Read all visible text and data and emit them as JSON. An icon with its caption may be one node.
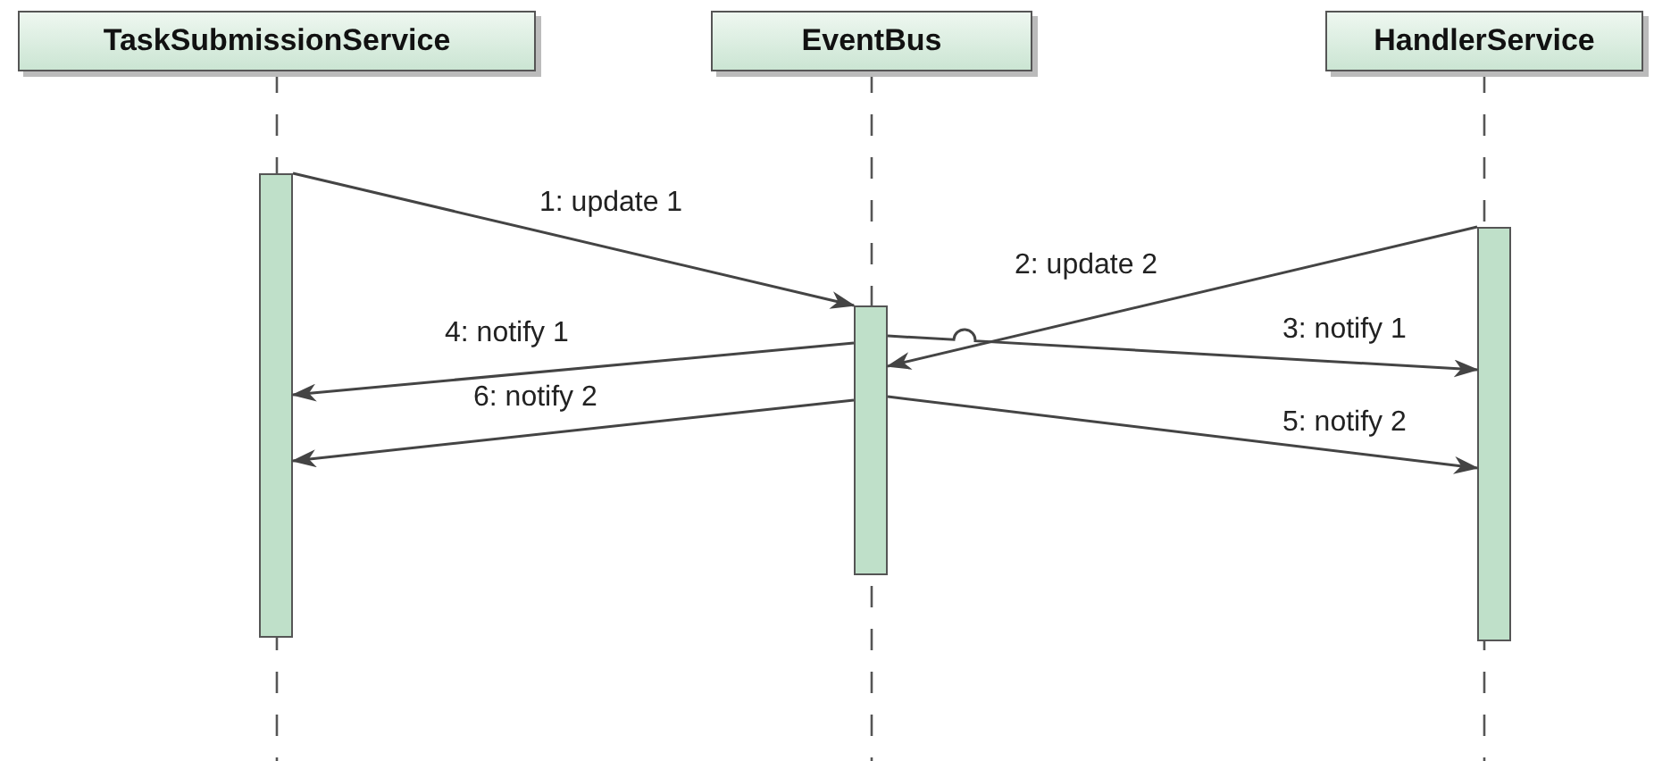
{
  "diagram": {
    "nodes": [
      {
        "text": [
          "TaskSubmissionService"
        ]
      },
      {
        "text": [
          "EventBus"
        ]
      },
      {
        "text": [
          "HandlerService"
        ]
      },
      {
        "text": [],
        "shape": "bar"
      },
      {
        "text": [],
        "shape": "bar"
      },
      {
        "text": [],
        "shape": "bar"
      }
    ],
    "edges": [
      {
        "from": 3,
        "to": 4,
        "arrow": "to",
        "label": "1: update 1"
      },
      {
        "from": 5,
        "to": 4,
        "arrow": "to",
        "label": "2: update 2"
      },
      {
        "from": 4,
        "to": 5,
        "arrow": "to",
        "label": "3: notify 1"
      },
      {
        "from": 4,
        "to": 3,
        "arrow": "to",
        "label": "4: notify 1"
      },
      {
        "from": 4,
        "to": 5,
        "arrow": "to",
        "label": "5: notify 2"
      },
      {
        "from": 4,
        "to": 3,
        "arrow": "to",
        "label": "6: notify 2"
      }
    ]
  }
}
